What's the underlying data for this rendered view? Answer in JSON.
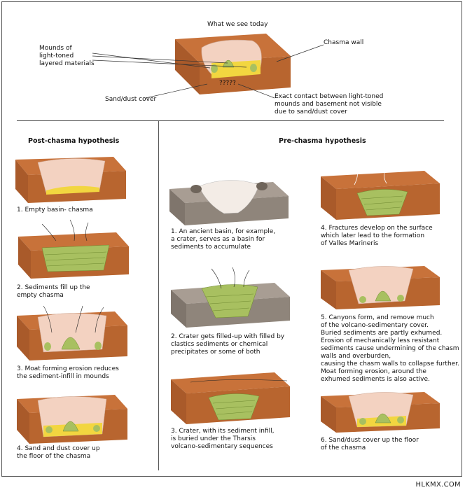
{
  "top": {
    "title": "What we see today",
    "label_mounds": "Mounds of\nlight-toned\nlayered materials",
    "label_wall": "Chasma wall",
    "label_sand": "Sand/dust cover",
    "label_question": "?????",
    "label_contact": "Exact contact between light-toned\nmounds and basement not visible\ndue to sand/dust cover"
  },
  "post": {
    "heading": "Post-chasma hypothesis",
    "steps": [
      "1. Empty basin- chasma",
      "2. Sediments fill up the\nempty chasma",
      "3. Moat forming erosion reduces\n the sediment-infill in mounds",
      "4. Sand and dust cover up\nthe floor of the chasma"
    ]
  },
  "pre": {
    "heading": "Pre-chasma hypothesis",
    "steps": [
      "1. An ancient basin, for example,\na crater, serves as a basin for\nsediments to accumulate",
      "2. Crater gets filled-up with filled by\nclastics sediments or chemical\nprecipitates or some of both",
      "3. Crater, with its sediment infill,\nis buried under the Tharsis\nvolcano-sedimentary sequences",
      "4. Fractures develop on the surface\nwhich later lead to the formation\nof Valles Marineris",
      "5. Canyons form, and remove much\nof the volcano-sedimentary cover.\nBuried sediments are partly exhumed.\nErosion of mechanically less resistant\nsediments cause undermining of the chasm\nwalls and overburden,\ncausing the chasm walls to collapse further.\nMoat forming erosion, around the\nexhumed sediments is also active.",
      "6. Sand/dust cover up the floor\nof the chasma"
    ]
  },
  "watermark": "HLKMX.COM",
  "colors": {
    "rust": "#c8723a",
    "rust_dark": "#a95a2a",
    "wall_light": "#f3d2c1",
    "green": "#a8c060",
    "sand": "#f2d640",
    "gray_top": "#a89d93",
    "gray_side": "#7f756c"
  }
}
